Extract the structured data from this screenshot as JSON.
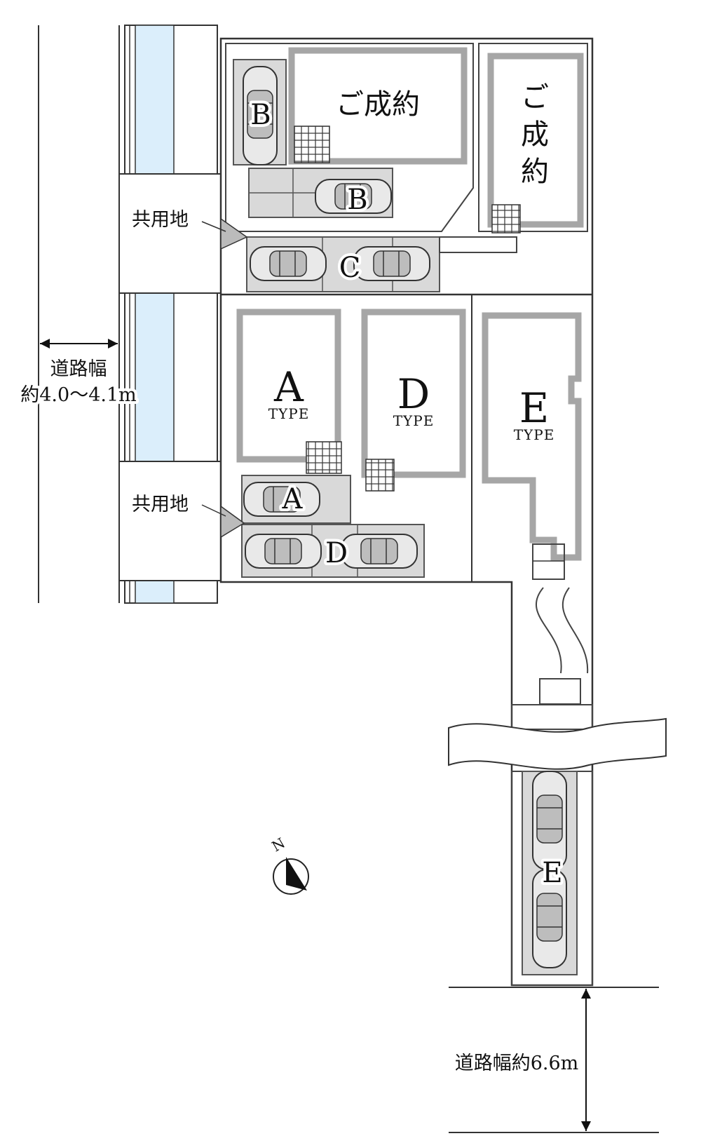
{
  "labels": {
    "sold_top": "ご成約",
    "sold_right_1": "ご",
    "sold_right_2": "成",
    "sold_right_3": "約",
    "lot_a": "A",
    "lot_d": "D",
    "lot_e": "E",
    "type_word": "TYPE",
    "car_b": "B",
    "car_c": "C",
    "car_a": "A",
    "car_d": "D",
    "car_e": "E",
    "shared_land_1": "共用地",
    "shared_land_2": "共用地",
    "road_width_west_1": "道路幅",
    "road_width_west_2": "約4.0～4.1m",
    "road_width_south": "道路幅約6.6m",
    "north": "N"
  },
  "colors": {
    "canal": "#dbeefb",
    "house_outline": "#a6a6a6",
    "parking_pad": "#d9d9d9",
    "line": "#333333"
  },
  "icons": [
    "north-arrow-icon",
    "dimension-arrow-icon",
    "car-icon",
    "grid-terrace-icon"
  ]
}
